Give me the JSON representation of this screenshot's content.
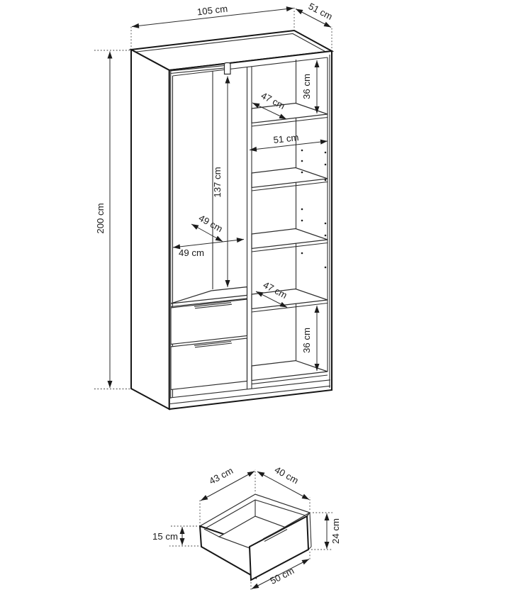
{
  "page": {
    "background": "#ffffff",
    "line_color": "#2b2b2b"
  },
  "wardrobe_diagram": {
    "title": "wardrobe-dimension-drawing",
    "overall": {
      "width": "105 cm",
      "depth": "51 cm",
      "height": "200 cm"
    },
    "interior": {
      "top_compartment_height": "36 cm",
      "top_shelf_depth": "47 cm",
      "shelf_section_width": "51 cm",
      "hanging_section_height": "137 cm",
      "hanging_section_depth": "49 cm",
      "hanging_section_width": "49 cm",
      "bottom_shelf_depth": "47 cm",
      "bottom_compartment_height": "36 cm"
    }
  },
  "drawer_diagram": {
    "title": "drawer-dimension-drawing",
    "inner_depth": "43 cm",
    "inner_width": "40 cm",
    "side_height": "15 cm",
    "front_height": "24 cm",
    "front_width": "50 cm"
  }
}
